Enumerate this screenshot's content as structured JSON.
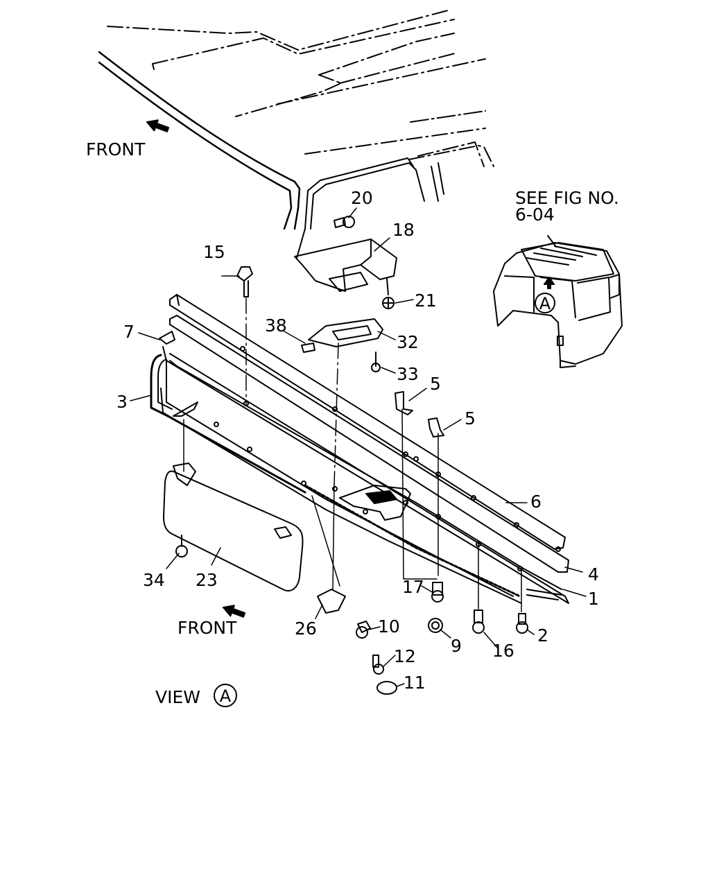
{
  "front_labels": [
    "FRONT",
    "FRONT"
  ],
  "see_fig": {
    "line1": "SEE FIG NO.",
    "line2": "6-04",
    "view_marker": "A"
  },
  "view_label": {
    "text": "VIEW",
    "marker": "A"
  },
  "callouts": [
    "20",
    "18",
    "21",
    "15",
    "7",
    "38",
    "32",
    "33",
    "3",
    "5",
    "5",
    "6",
    "4",
    "1",
    "2",
    "16",
    "9",
    "17",
    "10",
    "12",
    "11",
    "26",
    "34",
    "23"
  ],
  "colors": {
    "ink": "#000000",
    "paper": "#ffffff"
  },
  "icons": [
    "front-arrow-icon",
    "circle-a-icon",
    "up-arrow-icon"
  ]
}
